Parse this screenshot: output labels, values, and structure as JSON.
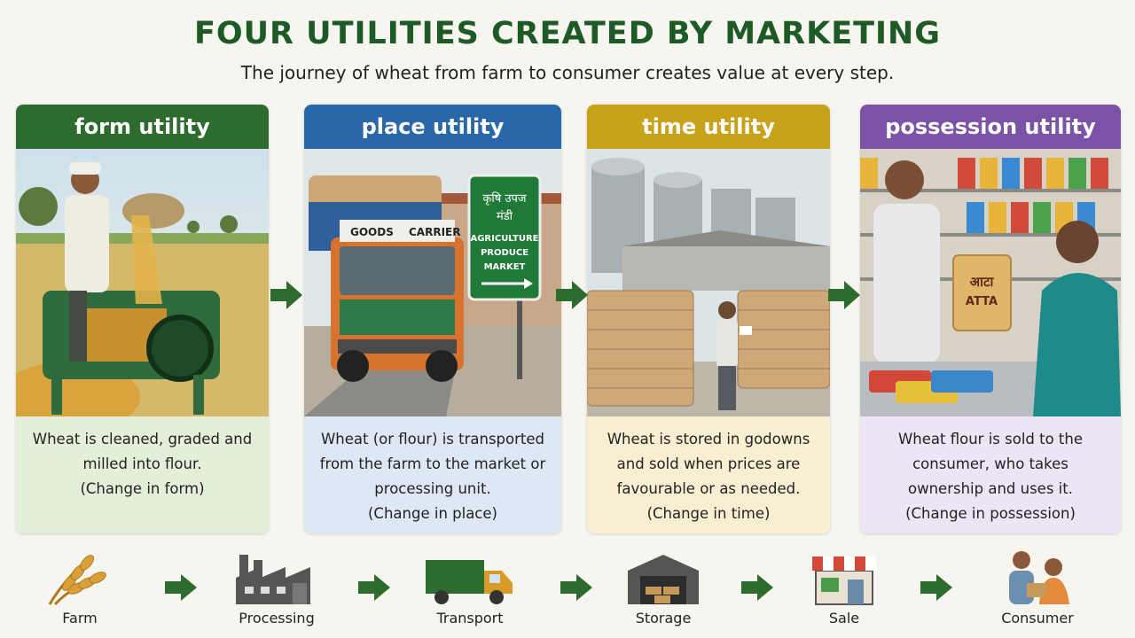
{
  "header": {
    "title": "FOUR UTILITIES CREATED BY MARKETING",
    "subtitle": "The journey of wheat from farm to consumer creates value at every step."
  },
  "cards": [
    {
      "title": "form utility",
      "color": "#2e6b2e",
      "body_bg": "#e4efd9",
      "description": "Wheat is cleaned, graded and milled into flour.",
      "note": "(Change in form)"
    },
    {
      "title": "place utility",
      "color": "#2a67a8",
      "body_bg": "#dde8f4",
      "description": "Wheat (or flour) is transported from the farm to the market or processing unit.",
      "note": "(Change in place)",
      "sign_hindi_1": "कृषि उपज",
      "sign_hindi_2": "मंडी",
      "sign_english_1": "AGRICULTURE",
      "sign_english_2": "PRODUCE",
      "sign_english_3": "MARKET",
      "truck_text_1": "GOODS",
      "truck_text_2": "CARRIER"
    },
    {
      "title": "time utility",
      "color": "#c9a21b",
      "body_bg": "#f8efd3",
      "description": "Wheat is stored in godowns and sold when prices are favourable or as needed.",
      "note": "(Change in time)"
    },
    {
      "title": "possession utility",
      "color": "#7b53a6",
      "body_bg": "#ece5f3",
      "description": "Wheat flour is sold to the consumer, who takes ownership and uses it.",
      "note": "(Change in possession)",
      "bag_text_1": "आटा",
      "bag_text_2": "ATTA"
    }
  ],
  "flow": [
    {
      "label": "Farm",
      "icon": "wheat-icon"
    },
    {
      "label": "Processing",
      "icon": "factory-icon"
    },
    {
      "label": "Transport",
      "icon": "truck-icon"
    },
    {
      "label": "Storage",
      "icon": "warehouse-icon"
    },
    {
      "label": "Sale",
      "icon": "shop-icon"
    },
    {
      "label": "Consumer",
      "icon": "people-icon"
    }
  ],
  "colors": {
    "title_green": "#1e5a26",
    "arrow_green": "#2e6b2e"
  }
}
